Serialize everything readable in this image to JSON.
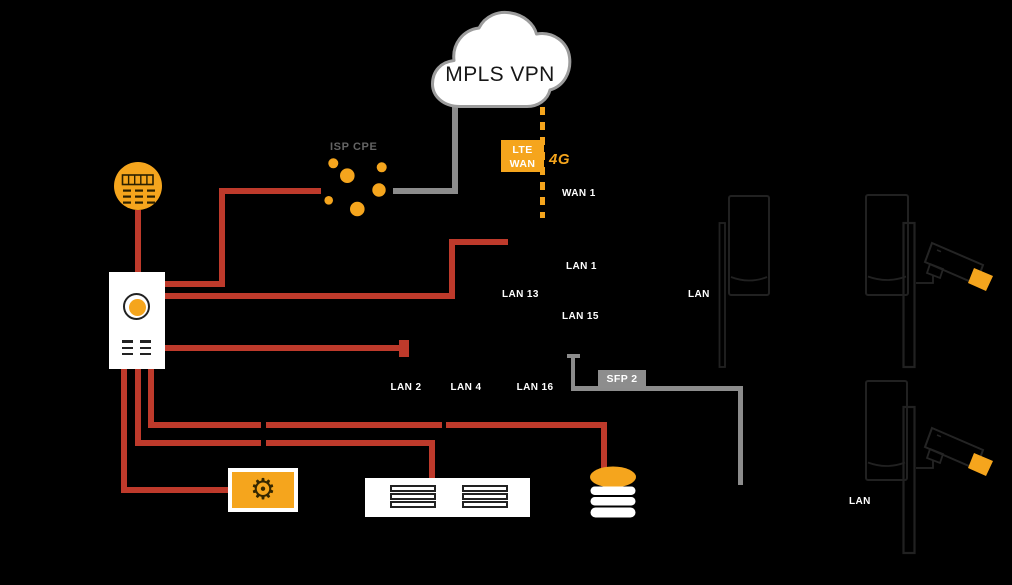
{
  "colors": {
    "accent_orange": "#F5A51D",
    "cable_red": "#BE3A2B",
    "cable_gray": "#8C8C8C",
    "device_outline_dark": "#212121",
    "background": "#000000"
  },
  "cloud": {
    "label": "MPLS VPN"
  },
  "isp_cpe": {
    "label": "ISP CPE"
  },
  "lte_wan": {
    "line1": "LTE",
    "line2": "WAN",
    "badge": "4G"
  },
  "ports": {
    "wan1": "WAN 1",
    "lan1": "LAN 1",
    "lan13": "LAN 13",
    "lan15": "LAN 15",
    "lan2": "LAN 2",
    "lan4": "LAN 4",
    "lan16": "LAN 16",
    "sfp2": "SFP 2"
  },
  "remote_labels": {
    "lan_top_right": "LAN",
    "lan_bottom_right": "LAN"
  },
  "icons": {
    "gear": "⚙"
  }
}
